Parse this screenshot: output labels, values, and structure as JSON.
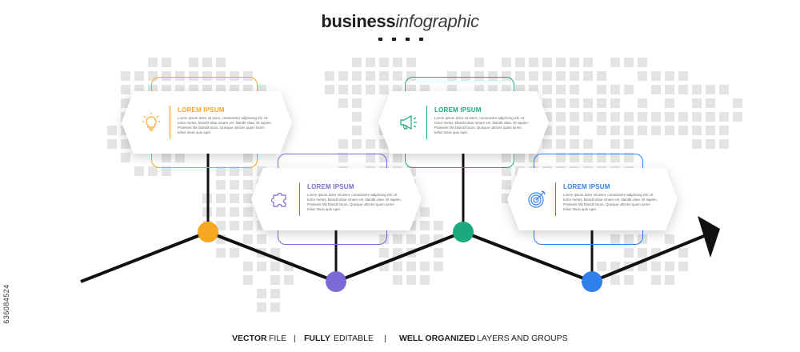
{
  "header": {
    "title_bold": "business",
    "title_light": "infographic"
  },
  "colors": {
    "orange": "#F5A623",
    "purple": "#7B6AD8",
    "green": "#1BAA7E",
    "blue": "#2F80ED",
    "line": "#111111",
    "pixel": "#e4e4e4"
  },
  "steps": [
    {
      "heading": "LOREM IPSUM",
      "body": "Lorem ipsum dolor sit amet, consectetur adipiscing elit. Ut tortor metus, blandit vitae ornare vel, blandit vitae. Et sapien. Praesent lilis blandit lacus. Quisque ultrices quam lorem tellus tinuis quis eget.",
      "icon": "lightbulb-icon",
      "color": "#F5A623"
    },
    {
      "heading": "LOREM IPSUM",
      "body": "Lorem ipsum dolor sit amet, consectetur adipiscing elit. Ut tortor metus, blandit vitae ornare vel, blandit vitae. Et sapien. Praesent lilis blandit lacus. Quisque ultrices quam lorem tellus tinuis quis eget.",
      "icon": "puzzle-icon",
      "color": "#7B6AD8"
    },
    {
      "heading": "LOREM IPSUM",
      "body": "Lorem ipsum dolor sit amet, consectetur adipiscing elit. Ut tortor metus, blandit vitae ornare vel, blandit vitae. Et sapien. Praesent lilis blandit lacus. Quisque ultrices quam lorem tellus tinuis quis eget.",
      "icon": "megaphone-icon",
      "color": "#1BAA7E"
    },
    {
      "heading": "LOREM IPSUM",
      "body": "Lorem ipsum dolor sit amet, consectetur adipiscing elit. Ut tortor metus, blandit vitae ornare vel, blandit vitae. Et sapien. Praesent lilis blandit lacus. Quisque ultrices quam lorem tellus tinuis quis eget.",
      "icon": "target-icon",
      "color": "#2F80ED"
    }
  ],
  "footer": {
    "part1_bold": "VECTOR",
    "part1_rest": "FILE",
    "sep": "|",
    "part2_bold": "FULLY",
    "part2_rest": "EDITABLE",
    "part3_bold": "WELL ORGANIZED",
    "part3_rest": "LAYERS AND GROUPS"
  },
  "side_id": "636084524"
}
